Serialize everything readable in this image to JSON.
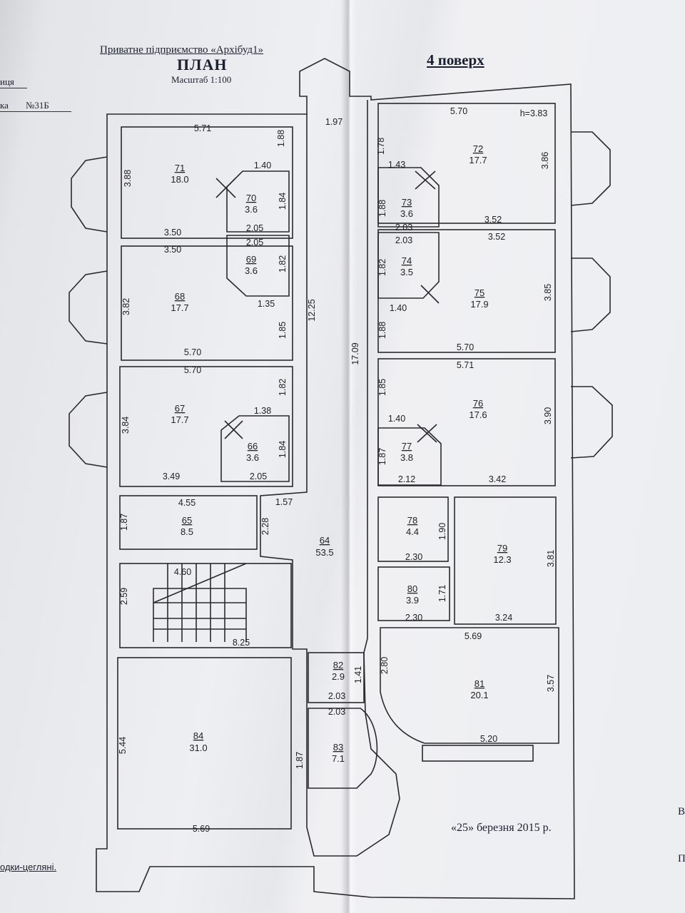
{
  "header": {
    "company": "Приватне підприємство «Архібуд1»",
    "title": "ПЛАН",
    "scale": "Масштаб 1:100",
    "floor": "4 поверх",
    "city_fragment": "иця",
    "street_fragment": "ка",
    "house_number": "№31Б"
  },
  "footer": {
    "date": "«25»    березня 2015  р.",
    "note": "одки-цегляні.",
    "edge_b": "В",
    "edge_p": "П"
  },
  "rooms": [
    {
      "id": "71",
      "area": "18.0"
    },
    {
      "id": "70",
      "area": "3.6"
    },
    {
      "id": "69",
      "area": "3.6"
    },
    {
      "id": "68",
      "area": "17.7"
    },
    {
      "id": "67",
      "area": "17.7"
    },
    {
      "id": "66",
      "area": "3.6"
    },
    {
      "id": "65",
      "area": "8.5"
    },
    {
      "id": "64",
      "area": "53.5"
    },
    {
      "id": "72",
      "area": "17.7"
    },
    {
      "id": "73",
      "area": "3.6"
    },
    {
      "id": "74",
      "area": "3.5"
    },
    {
      "id": "75",
      "area": "17.9"
    },
    {
      "id": "76",
      "area": "17.6"
    },
    {
      "id": "77",
      "area": "3.8"
    },
    {
      "id": "78",
      "area": "4.4"
    },
    {
      "id": "79",
      "area": "12.3"
    },
    {
      "id": "80",
      "area": "3.9"
    },
    {
      "id": "81",
      "area": "20.1"
    },
    {
      "id": "82",
      "area": "2.9"
    },
    {
      "id": "83",
      "area": "7.1"
    },
    {
      "id": "84",
      "area": "31.0"
    }
  ],
  "dimensions": [
    "5.71",
    "1.88",
    "3.88",
    "1.40",
    "1.84",
    "3.50",
    "2.05",
    "3.50",
    "2.05",
    "1.82",
    "3.82",
    "1.35",
    "1.85",
    "12.25",
    "5.70",
    "5.70",
    "1.82",
    "3.84",
    "1.38",
    "1.84",
    "3.49",
    "2.05",
    "4.55",
    "1.87",
    "2.28",
    "1.57",
    "4.60",
    "2.59",
    "8.25",
    "1.97",
    "5.70",
    "h=3.83",
    "1.78",
    "3.86",
    "1.43",
    "1.88",
    "3.52",
    "2.03",
    "2.03",
    "3.52",
    "1.82",
    "3.85",
    "1.40",
    "17.09",
    "1.88",
    "5.70",
    "5.71",
    "1.85",
    "3.90",
    "1.40",
    "1.87",
    "2.12",
    "3.42",
    "1.90",
    "2.30",
    "3.81",
    "1.71",
    "2.30",
    "3.24",
    "5.69",
    "2.80",
    "3.57",
    "1.41",
    "2.03",
    "2.03",
    "5.20",
    "5.44",
    "1.87",
    "5.69"
  ]
}
